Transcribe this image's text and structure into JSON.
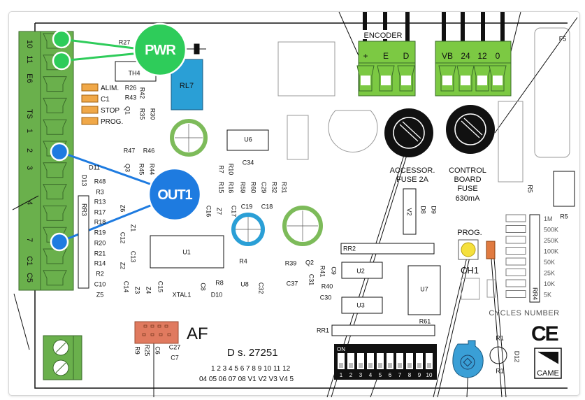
{
  "colors": {
    "terminal_green": "#6ab04c",
    "bright_green": "#7cc943",
    "pwr": "#2ecc5a",
    "out1": "#1e7be0",
    "relay_blue": "#2a9fd6",
    "led_orange": "#f0a848",
    "button_yellow": "#f5e03c",
    "af_connector": "#e07a5f",
    "trimmer_blue": "#3a9fd6"
  },
  "callouts": {
    "pwr": "PWR",
    "out1": "OUT1"
  },
  "terminals": [
    "10",
    "11",
    "E6",
    "TS",
    "1",
    "2",
    "3",
    "4",
    "7",
    "C1",
    "C5"
  ],
  "leds": [
    "ALIM.",
    "C1",
    "STOP",
    "PROG."
  ],
  "relay": "RL7",
  "encoder": {
    "title": "ENCODER",
    "pins": [
      "+",
      "E",
      "D"
    ]
  },
  "power": {
    "pins": [
      "VB",
      "24",
      "12",
      "0"
    ]
  },
  "fuses": {
    "accessory": [
      "ACCESSOR.",
      "FUSE 2A"
    ],
    "control": [
      "CONTROL",
      "BOARD",
      "FUSE",
      "630mA"
    ]
  },
  "prog": {
    "label": "PROG.",
    "button": "CH1"
  },
  "cycles": {
    "title": "CYCLES NUMBER",
    "values": [
      "1M",
      "500K",
      "250K",
      "100K",
      "50K",
      "25K",
      "10K",
      "5K"
    ]
  },
  "dip": {
    "on": "ON",
    "numbers": [
      "1",
      "2",
      "3",
      "4",
      "5",
      "6",
      "7",
      "8",
      "9",
      "10"
    ]
  },
  "af": "AF",
  "model": "D s. 27251",
  "row1": "1 2 3 4 5 6 7 8 9 10 11 12",
  "row2": "04 05 06 07 08  V1 V2 V3 V4  5",
  "ce": "CE",
  "brand": "CAME",
  "components": [
    "R26",
    "R43",
    "R42",
    "R35",
    "R30",
    "TH4",
    "Q1",
    "R47",
    "R46",
    "R45",
    "R44",
    "Q3",
    "R7",
    "R10",
    "C34",
    "R15",
    "R16",
    "R59",
    "R60",
    "C29",
    "R32",
    "R31",
    "C19",
    "C18",
    "C16",
    "Z7",
    "C17",
    "R48",
    "R3",
    "R13",
    "R17",
    "R18",
    "R19",
    "R20",
    "R21",
    "R14",
    "R2",
    "C10",
    "Z5",
    "D13",
    "RR3",
    "D11",
    "Z6",
    "C12",
    "Z2",
    "Z1",
    "C13",
    "C14",
    "Z3",
    "Z4",
    "C15",
    "XTAL1",
    "C8",
    "R8",
    "D10",
    "U8",
    "C32",
    "U1",
    "R4",
    "R39",
    "Q2",
    "R41",
    "C9",
    "C37",
    "C31",
    "R40",
    "C30",
    "U2",
    "U3",
    "U7",
    "RR2",
    "V2",
    "D8",
    "D9",
    "R5",
    "RR4",
    "F5",
    "R61",
    "RR1",
    "R9",
    "R25",
    "C6",
    "C27",
    "C7",
    "R1",
    "R1",
    "D12",
    "U6",
    "R27",
    "R5"
  ]
}
